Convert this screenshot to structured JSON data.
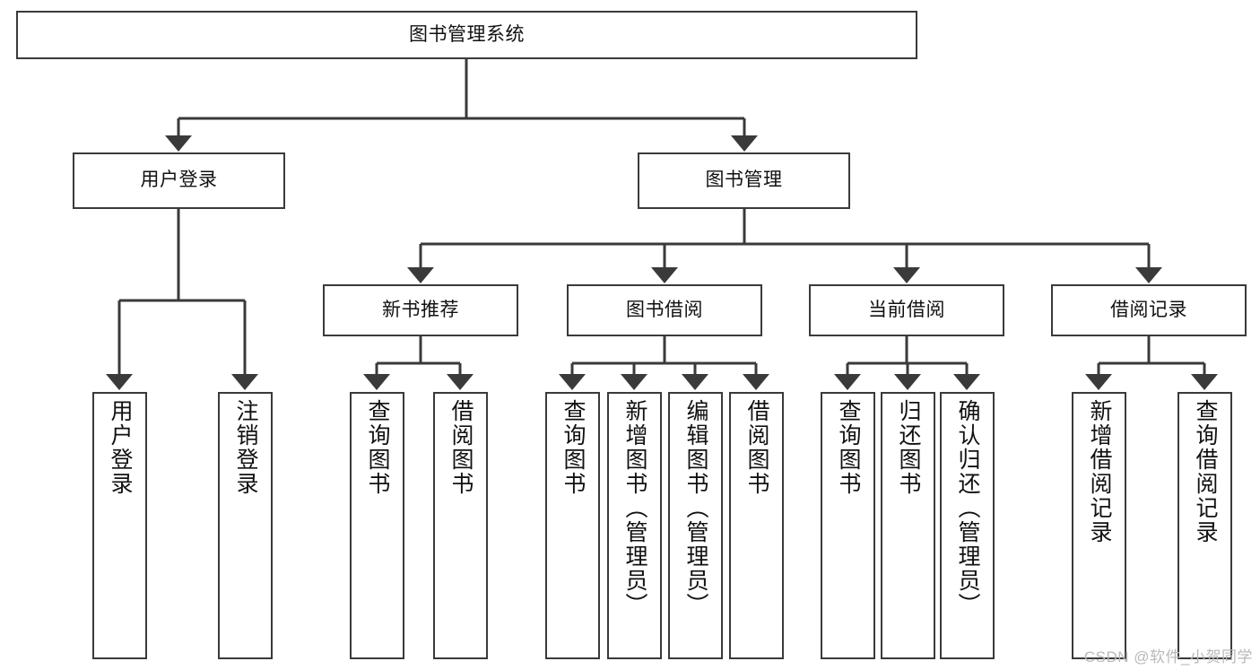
{
  "diagram": {
    "title": "图书管理系统",
    "type": "tree-hierarchy",
    "root": {
      "label": "图书管理系统"
    },
    "level2": [
      {
        "label": "用户登录"
      },
      {
        "label": "图书管理"
      }
    ],
    "level3": [
      {
        "label": "新书推荐"
      },
      {
        "label": "图书借阅"
      },
      {
        "label": "当前借阅"
      },
      {
        "label": "借阅记录"
      }
    ],
    "leaves": {
      "user_login": [
        {
          "label": "用户登录"
        },
        {
          "label": "注销登录"
        }
      ],
      "new_book_recommend": [
        {
          "label": "查询图书"
        },
        {
          "label": "借阅图书"
        }
      ],
      "book_borrow": [
        {
          "label": "查询图书"
        },
        {
          "label": "新增图书（管理员）"
        },
        {
          "label": "编辑图书（管理员）"
        },
        {
          "label": "借阅图书"
        }
      ],
      "current_borrow": [
        {
          "label": "查询图书"
        },
        {
          "label": "归还图书"
        },
        {
          "label": "确认归还（管理员）"
        }
      ],
      "borrow_record": [
        {
          "label": "新增借阅记录"
        },
        {
          "label": "查询借阅记录"
        }
      ]
    }
  },
  "watermark": {
    "text": "CSDN @软件_小贺同学"
  },
  "colors": {
    "border": "#3a3a3a",
    "fill": "#ffffff",
    "text": "#111111",
    "watermark": "#b9b9b9"
  }
}
